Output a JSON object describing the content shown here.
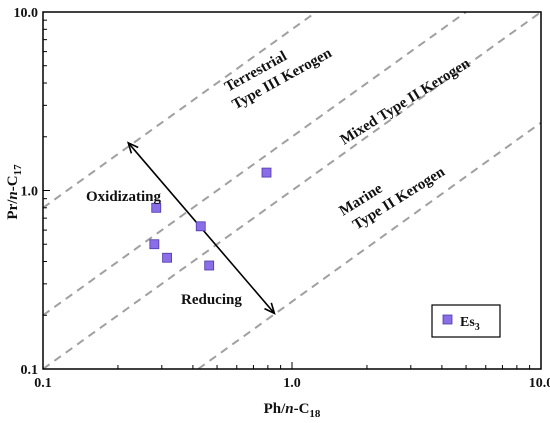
{
  "chart_data": {
    "type": "scatter",
    "xscale": "log",
    "yscale": "log",
    "xlim": [
      0.1,
      10.0
    ],
    "ylim": [
      0.1,
      10.0
    ],
    "xlabel": {
      "pre": "Ph/",
      "ital": "n",
      "post": "-C",
      "sub": "18"
    },
    "ylabel": {
      "pre": "Pr/",
      "ital": "n",
      "post": "-C",
      "sub": "17"
    },
    "xticks": [
      {
        "value": 0.1,
        "label": "0.1"
      },
      {
        "value": 1.0,
        "label": "1.0"
      },
      {
        "value": 10.0,
        "label": "10.0"
      }
    ],
    "yticks": [
      {
        "value": 0.1,
        "label": "0.1"
      },
      {
        "value": 1.0,
        "label": "1.0"
      },
      {
        "value": 10.0,
        "label": "10.0"
      }
    ],
    "series": [
      {
        "name": "Es3",
        "legend_main": "Es",
        "legend_sub": "3",
        "color": "#8a6ee8",
        "marker": "square",
        "points": [
          {
            "x": 0.285,
            "y": 0.8
          },
          {
            "x": 0.43,
            "y": 0.63
          },
          {
            "x": 0.79,
            "y": 1.26
          },
          {
            "x": 0.28,
            "y": 0.5
          },
          {
            "x": 0.315,
            "y": 0.42
          },
          {
            "x": 0.465,
            "y": 0.38
          }
        ]
      }
    ],
    "boundaries": {
      "style": "dashed",
      "color": "#a0a0a0",
      "slope_decades": 1.0,
      "y_at_x_0_1": [
        0.8,
        0.2,
        0.1
      ]
    },
    "extra_boundary": {
      "points": [
        {
          "x": 0.42,
          "y": 0.1
        },
        {
          "x": 10.0,
          "y": 2.4
        }
      ]
    },
    "zones": [
      {
        "lines": [
          "Terrestrial",
          "Type III Kerogen"
        ]
      },
      {
        "lines": [
          "Mixed Type II Kerogen"
        ]
      },
      {
        "lines": [
          "Marine",
          "Type II Kerogen"
        ]
      }
    ],
    "arrow": {
      "from": {
        "x": 0.22,
        "y": 1.85
      },
      "to": {
        "x": 0.85,
        "y": 0.205
      }
    },
    "annotations": {
      "oxidizing": "Oxidizating",
      "reducing": "Reducing"
    },
    "grid": false,
    "legend_position": "bottom-right"
  }
}
